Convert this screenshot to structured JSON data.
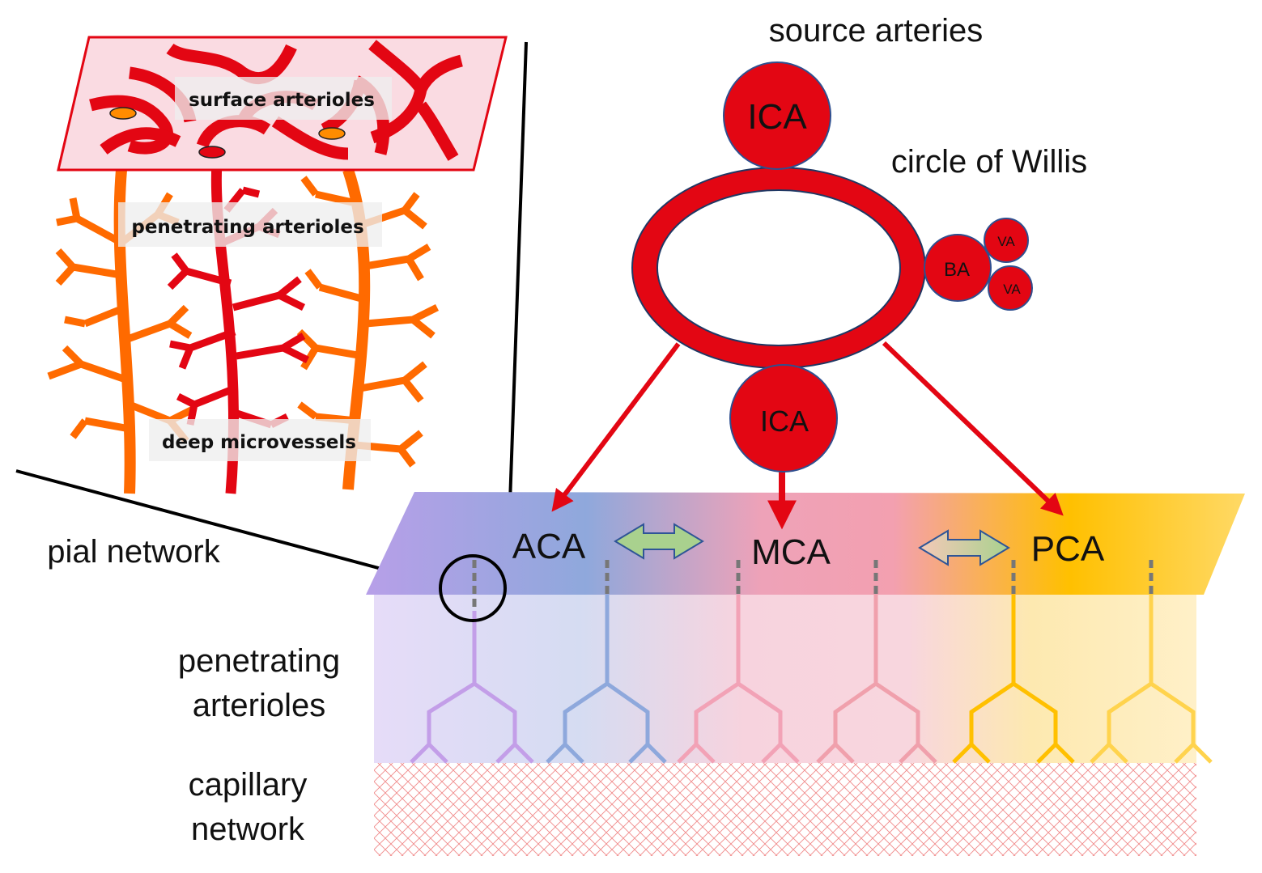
{
  "labels": {
    "source_arteries": "source arteries",
    "circle_of_willis": "circle of Willis",
    "pial_network": "pial network",
    "penetrating_arterioles_line1": "penetrating",
    "penetrating_arterioles_line2": "arterioles",
    "capillary_network_line1": "capillary",
    "capillary_network_line2": "network"
  },
  "inset": {
    "surface_arterioles": "surface arterioles",
    "penetrating_arterioles": "penetrating arterioles",
    "deep_microvessels": "deep microvessels"
  },
  "arteries": {
    "ica_top": "ICA",
    "ica_bottom": "ICA",
    "ba": "BA",
    "va_top": "VA",
    "va_bottom": "VA"
  },
  "territories": {
    "aca": "ACA",
    "mca": "MCA",
    "pca": "PCA"
  },
  "colors": {
    "artery_red": "#e30613",
    "orange": "#ff6a00",
    "aca_purple": "#b29ae6",
    "aca_blue": "#8fa8dc",
    "mca_pink": "#f0a0b4",
    "pca_yellow": "#ffc000",
    "arrow_green": "#a8d08d"
  }
}
